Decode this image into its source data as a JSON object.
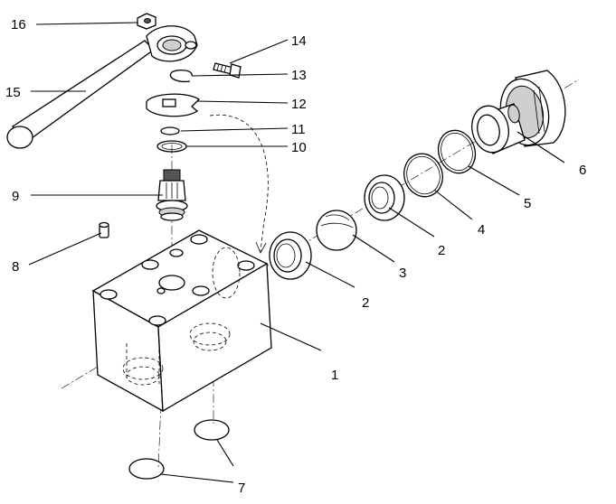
{
  "callouts": [
    {
      "id": "1",
      "text": "1"
    },
    {
      "id": "2a",
      "text": "2"
    },
    {
      "id": "2b",
      "text": "2"
    },
    {
      "id": "3",
      "text": "3"
    },
    {
      "id": "4",
      "text": "4"
    },
    {
      "id": "5",
      "text": "5"
    },
    {
      "id": "6",
      "text": "6"
    },
    {
      "id": "7",
      "text": "7"
    },
    {
      "id": "8",
      "text": "8"
    },
    {
      "id": "9",
      "text": "9"
    },
    {
      "id": "10",
      "text": "10"
    },
    {
      "id": "11",
      "text": "11"
    },
    {
      "id": "12",
      "text": "12"
    },
    {
      "id": "13",
      "text": "13"
    },
    {
      "id": "14",
      "text": "14"
    },
    {
      "id": "15",
      "text": "15"
    },
    {
      "id": "16",
      "text": "16"
    }
  ]
}
